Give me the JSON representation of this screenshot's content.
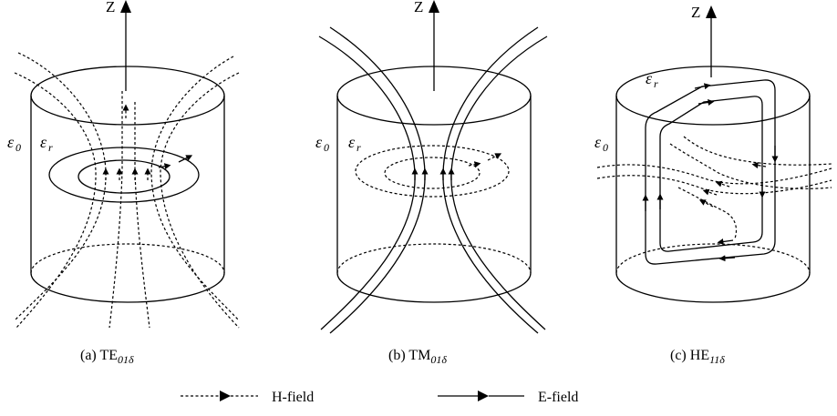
{
  "axis_label": "Z",
  "permittivity": {
    "outside": "ε",
    "outside_sub": "0",
    "inside": "ε",
    "inside_sub": "r"
  },
  "captions": [
    {
      "prefix": "(a) TE",
      "sub": "01δ"
    },
    {
      "prefix": "(b) TM",
      "sub": "01δ"
    },
    {
      "prefix": "(c) HE",
      "sub": "11δ"
    }
  ],
  "legend": {
    "h_field": "H-field",
    "e_field": "E-field"
  }
}
